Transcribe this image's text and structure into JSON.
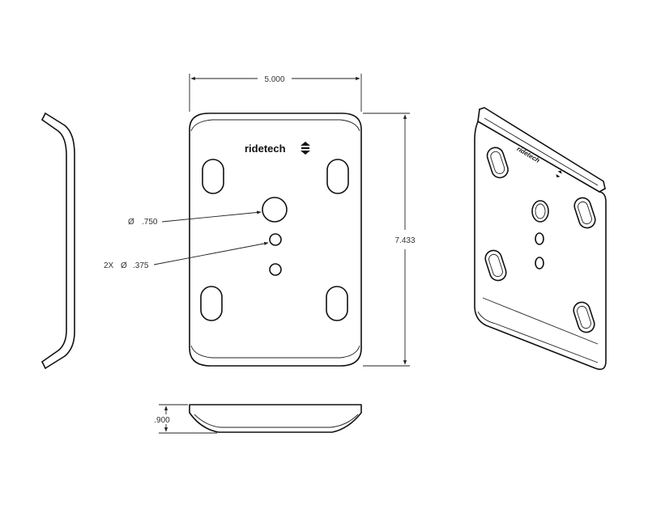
{
  "drawing": {
    "brand": "ridetech",
    "dimensions": {
      "width": "5.000",
      "height": "7.433",
      "thickness": ".900",
      "large_hole_prefix": "Ø",
      "large_hole_value": ".750",
      "small_holes_count": "2X",
      "small_holes_prefix": "Ø",
      "small_holes_value": ".375"
    }
  }
}
